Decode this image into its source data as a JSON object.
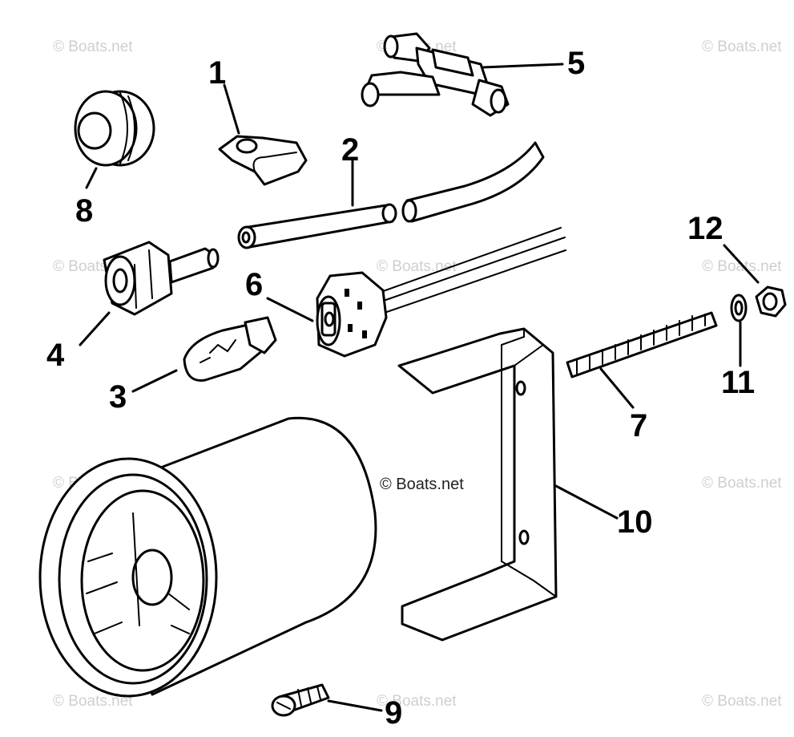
{
  "watermark": "© Boats.net",
  "callouts": {
    "c1": "1",
    "c2": "2",
    "c3": "3",
    "c4": "4",
    "c5": "5",
    "c6": "6",
    "c7": "7",
    "c8": "8",
    "c9": "9",
    "c10": "10",
    "c11": "11",
    "c12": "12"
  },
  "colors": {
    "ink": "#000000",
    "paper": "#ffffff",
    "watermark": "#cfcfcf"
  }
}
